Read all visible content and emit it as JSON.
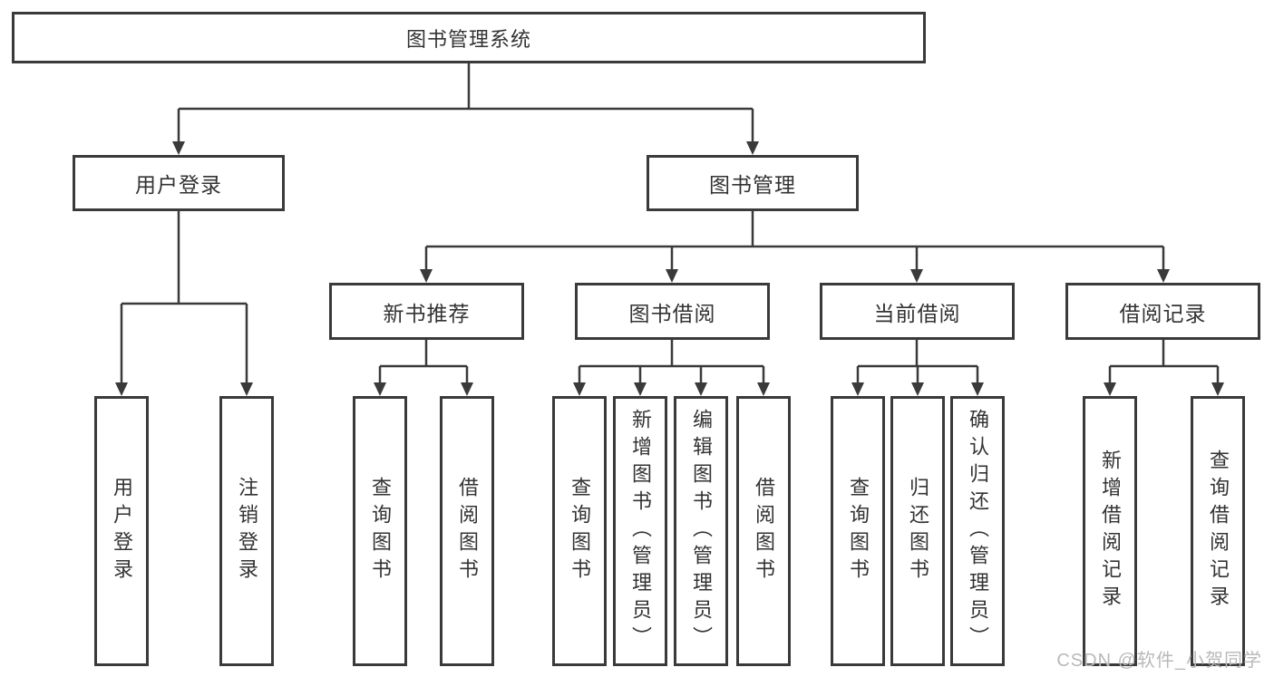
{
  "diagram": {
    "title": "图书管理系统",
    "level2": {
      "user_login": "用户登录",
      "book_management": "图书管理"
    },
    "level3": {
      "new_books": "新书推荐",
      "book_borrow": "图书借阅",
      "current_borrow": "当前借阅",
      "borrow_records": "借阅记录"
    },
    "leaves": {
      "user_login": [
        "用户登录",
        "注销登录"
      ],
      "new_books": [
        "查询图书",
        "借阅图书"
      ],
      "book_borrow": [
        "查询图书",
        "新增图书（管理员）",
        "编辑图书（管理员）",
        "借阅图书"
      ],
      "current_borrow": [
        "查询图书",
        "归还图书",
        "确认归还（管理员）"
      ],
      "borrow_records": [
        "新增借阅记录",
        "查询借阅记录"
      ]
    },
    "colors": {
      "line": "#3a3a3a",
      "text": "#333333",
      "box_background": "#ffffff"
    }
  },
  "watermark": {
    "text": "CSDN @软件_小贺同学",
    "color": "#b9b9b9"
  }
}
